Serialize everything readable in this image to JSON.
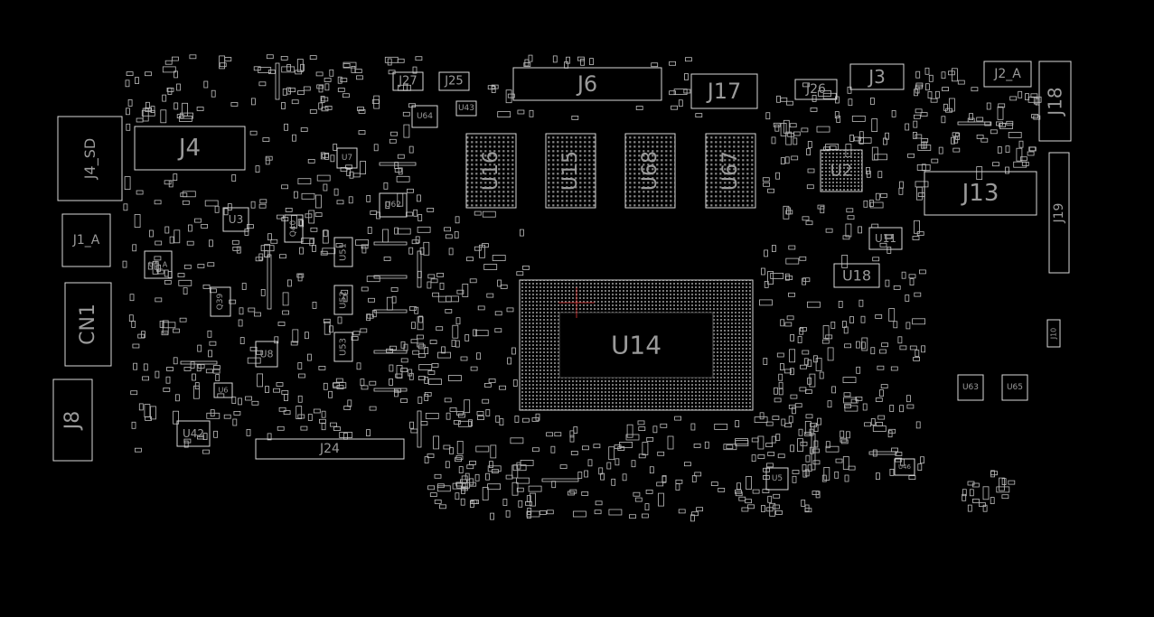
{
  "theme": {
    "background": "#000000",
    "outline": "#d8d8d8",
    "label": "#9a9a9a",
    "cursor": "#ff3b3b"
  },
  "components": [
    {
      "ref": "J4_SD"
    },
    {
      "ref": "J1_A"
    },
    {
      "ref": "CN1"
    },
    {
      "ref": "J8"
    },
    {
      "ref": "J4"
    },
    {
      "ref": "J27"
    },
    {
      "ref": "J25"
    },
    {
      "ref": "J6"
    },
    {
      "ref": "J17"
    },
    {
      "ref": "J26"
    },
    {
      "ref": "J3"
    },
    {
      "ref": "J2_A"
    },
    {
      "ref": "J18"
    },
    {
      "ref": "J13"
    },
    {
      "ref": "J19"
    },
    {
      "ref": "J24"
    },
    {
      "ref": "J10"
    },
    {
      "ref": "U16"
    },
    {
      "ref": "U15"
    },
    {
      "ref": "U68"
    },
    {
      "ref": "U67"
    },
    {
      "ref": "U2"
    },
    {
      "ref": "U14"
    },
    {
      "ref": "U11"
    },
    {
      "ref": "U18"
    },
    {
      "ref": "U3"
    },
    {
      "ref": "U8"
    },
    {
      "ref": "U42"
    },
    {
      "ref": "U62"
    },
    {
      "ref": "U64"
    },
    {
      "ref": "U43"
    },
    {
      "ref": "U7"
    },
    {
      "ref": "U51"
    },
    {
      "ref": "U52"
    },
    {
      "ref": "U53"
    },
    {
      "ref": "U63"
    },
    {
      "ref": "U65"
    },
    {
      "ref": "U5"
    },
    {
      "ref": "Q40"
    },
    {
      "ref": "Q39"
    },
    {
      "ref": "U6"
    },
    {
      "ref": "U46"
    },
    {
      "ref": "U1_A"
    }
  ]
}
